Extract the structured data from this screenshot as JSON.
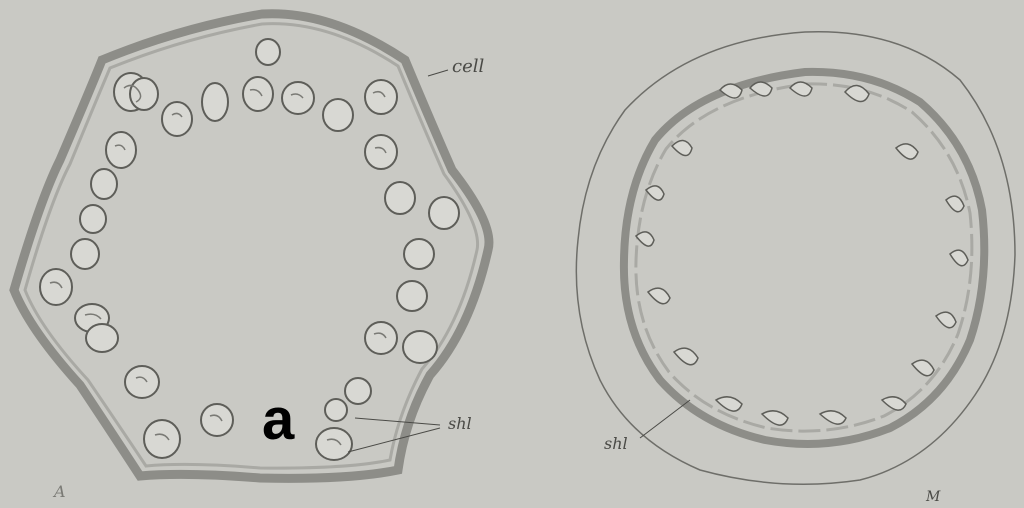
{
  "labels": {
    "cell": "cell",
    "panel_a": "a",
    "shl_left": "shl",
    "shl_right": "shl",
    "letter_A": "A",
    "letter_M": "M"
  },
  "colors": {
    "background": "#c9c9c4",
    "wall_outer": "#8d8d88",
    "wall_inner": "#a9a9a4",
    "spore_fill": "#d8d8d3",
    "spore_line": "#5e5e59",
    "ink": "#4a4a46",
    "label": "#000000"
  }
}
